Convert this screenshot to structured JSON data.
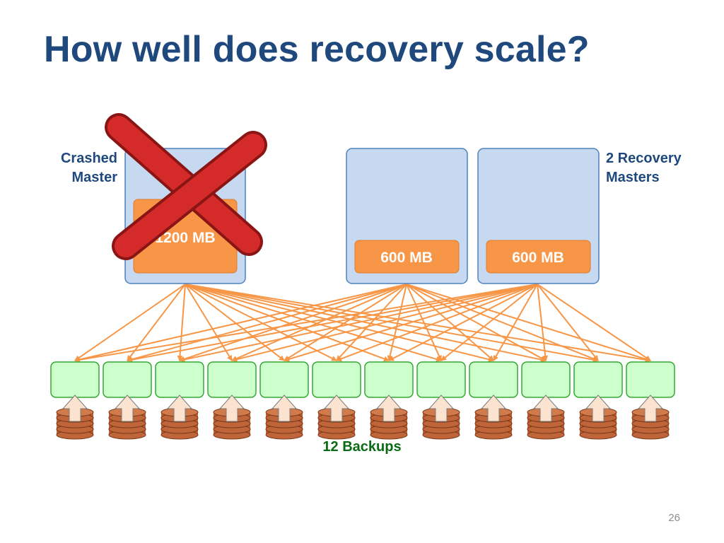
{
  "slide": {
    "title": "How well does recovery scale?",
    "page_number": "26"
  },
  "labels": {
    "crashed_master_line1": "Crashed",
    "crashed_master_line2": "Master",
    "recovery_masters_line1": "2 Recovery",
    "recovery_masters_line2": "Masters",
    "backups": "12 Backups"
  },
  "masters": {
    "crashed": {
      "data": "1200 MB",
      "crossed_out": true
    },
    "recovery": [
      {
        "data": "600 MB"
      },
      {
        "data": "600 MB"
      }
    ]
  },
  "backups": {
    "count": 12
  },
  "colors": {
    "title": "#1f497d",
    "server_fill": "#c6d9f1",
    "server_stroke": "#4f81bd",
    "memory_fill": "#f79646",
    "backup_fill": "#ccffcc",
    "backup_stroke": "#33aa33",
    "arrow": "#f79646",
    "disk": "#c0653a",
    "cross": "#d42a2a",
    "backups_label": "#0b6b14"
  }
}
